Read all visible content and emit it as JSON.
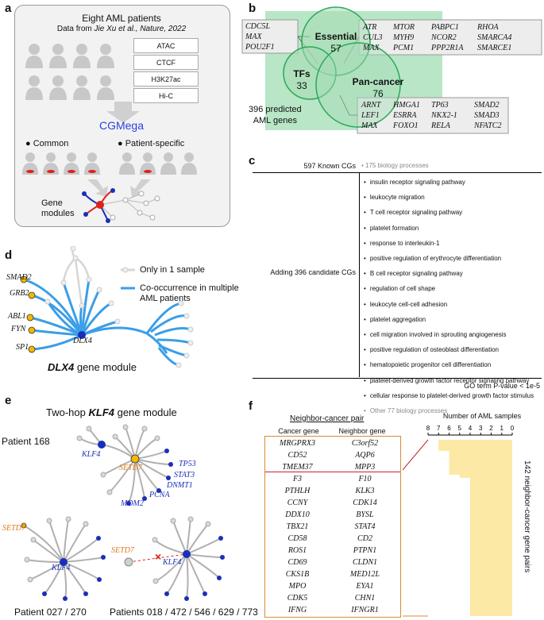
{
  "panels": {
    "a": "a",
    "b": "b",
    "c": "c",
    "d": "d",
    "e": "e",
    "f": "f"
  },
  "a": {
    "title": "Eight AML patients",
    "subtitle_prefix": "Data from ",
    "subtitle_italic": "Jie Xu et al., Nature, 2022",
    "assays": [
      "ATAC",
      "CTCF",
      "H3K27ac",
      "Hi-C"
    ],
    "method": "CGMega",
    "common": "Common",
    "patient_specific": "Patient-specific",
    "gene_modules": "Gene\nmodules",
    "colors": {
      "method": "#2a3fe0",
      "red": "#e0201c",
      "blue": "#1a2fb8"
    }
  },
  "b": {
    "essential_label": "Essential",
    "essential_count": "57",
    "tfs_label": "TFs",
    "tfs_count": "33",
    "pancancer_label": "Pan-cancer",
    "pancancer_count": "76",
    "predicted": "396 predicted\nAML genes",
    "left_genes": [
      "CDC5L",
      "MAX",
      "POU2F1"
    ],
    "top_genes": [
      [
        "ATR",
        "MTOR",
        "PABPC1",
        "RHOA"
      ],
      [
        "CUL3",
        "MYH9",
        "NCOR2",
        "SMARCA4"
      ],
      [
        "MAX",
        "PCM1",
        "PPP2R1A",
        "SMARCE1"
      ]
    ],
    "bottom_genes": [
      [
        "ARNT",
        "HMGA1",
        "TP63",
        "SMAD2"
      ],
      [
        "LEF1",
        "ESRRA",
        "NKX2-1",
        "SMAD3"
      ],
      [
        "MAX",
        "FOXO1",
        "RELA",
        "NFATC2"
      ]
    ]
  },
  "c": {
    "known": "597 Known CGs",
    "known_proc": "175 biology processes",
    "adding": "Adding 396 candidate CGs",
    "processes": [
      "insulin receptor signaling pathway",
      "leukocyte migration",
      "T cell receptor signaling pathway",
      "platelet formation",
      "response to interleukin-1",
      "positive regulation of erythrocyte differentiation",
      "B cell receptor signaling pathway",
      "regulation of cell shape",
      "leukocyte cell-cell adhesion",
      "platelet aggregation",
      "cell migration involved in sprouting angiogenesis",
      "positive regulation of osteoblast differentiation",
      "hematopoietic progenitor cell differentiation",
      "platelet-derived growth factor receptor signaling pathway",
      "cellular response to platelet-derived growth factor stimulus"
    ],
    "other": "Other 77 biology processes",
    "footer": "GO term P-value < 1e-5"
  },
  "d": {
    "legend_only": "Only in 1 sample",
    "legend_cooc": "Co-occurrence in multiple\nAML patients",
    "genes": [
      "SMAD2",
      "GRB2",
      "ABL1",
      "FYN",
      "SP1"
    ],
    "hub": "DLX4",
    "caption_gene": "DLX4",
    "caption_rest": " gene module"
  },
  "e": {
    "title_prefix": "Two-hop ",
    "title_gene": "KLF4",
    "title_suffix": " gene module",
    "patient168": "Patient 168",
    "klf4": "KLF4",
    "setd7": "SETD7",
    "genes168": [
      "TP53",
      "STAT3",
      "DNMT1",
      "PCNA",
      "MDM2"
    ],
    "patient027": "Patient 027 / 270",
    "patients_other": "Patients 018 / 472 / 546 / 629 / 773"
  },
  "f": {
    "header": "Neighbor-cancer pair",
    "col1": "Cancer gene",
    "col2": "Neighbor gene",
    "pairs": [
      [
        "MRGPRX3",
        "C3orf52"
      ],
      [
        "CD52",
        "AQP6"
      ],
      [
        "TMEM37",
        "MPP3"
      ],
      [
        "F3",
        "F10"
      ],
      [
        "PTHLH",
        "KLK3"
      ],
      [
        "CCNY",
        "CDK14"
      ],
      [
        "DDX10",
        "BYSL"
      ],
      [
        "TBX21",
        "STAT4"
      ],
      [
        "CD58",
        "CD2"
      ],
      [
        "ROS1",
        "PTPN1"
      ],
      [
        "CD69",
        "CLDN1"
      ],
      [
        "CKS1B",
        "MED12L"
      ],
      [
        "MPO",
        "EYA1"
      ],
      [
        "CDK5",
        "CHN1"
      ],
      [
        "IFNG",
        "IFNGR1"
      ]
    ],
    "axis_title": "Number of AML samples",
    "ticks": [
      "8",
      "7",
      "6",
      "5",
      "4",
      "3",
      "2",
      "1",
      "0"
    ],
    "side_label": "142 neighbor-cancer gene pairs",
    "colors": {
      "red": "#c0262d",
      "orange": "#d98a3a",
      "fill": "#fde9a6"
    }
  }
}
